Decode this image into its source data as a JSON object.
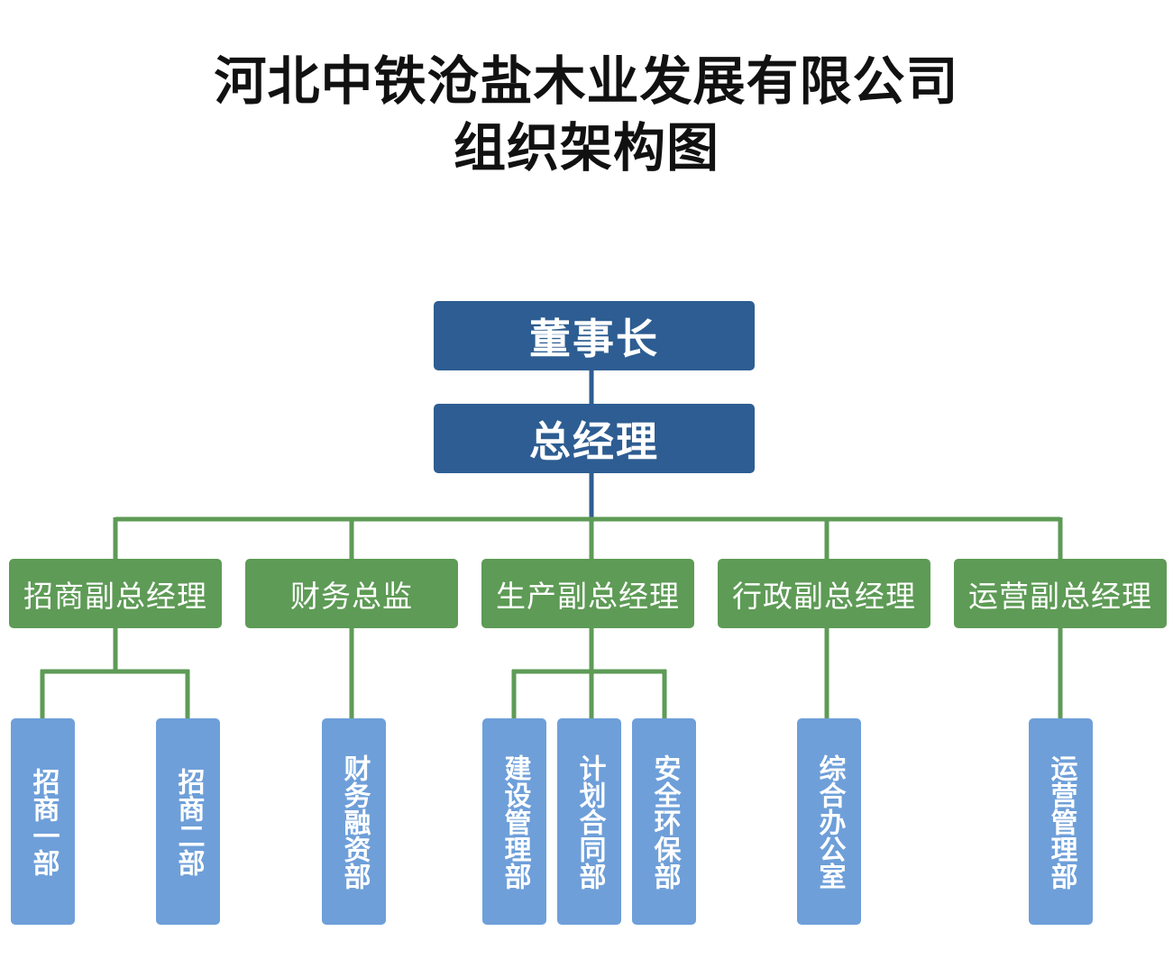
{
  "title": {
    "line1": "河北中铁沧盐木业发展有限公司",
    "line2": "组织架构图"
  },
  "colors": {
    "top_box": "#2d5d92",
    "mid_box": "#5e9b56",
    "leaf_box": "#6e9fd9",
    "top_connector": "#2d5d92",
    "green_connector": "#5e9b56"
  },
  "chairman": "董事长",
  "general_manager": "总经理",
  "managers": [
    "招商副总经理",
    "财务总监",
    "生产副总经理",
    "行政副总经理",
    "运营副总经理"
  ],
  "departments": [
    "招商一部",
    "招商二部",
    "财务融资部",
    "建设管理部",
    "计划合同部",
    "安全环保部",
    "综合办公室",
    "运营管理部"
  ]
}
